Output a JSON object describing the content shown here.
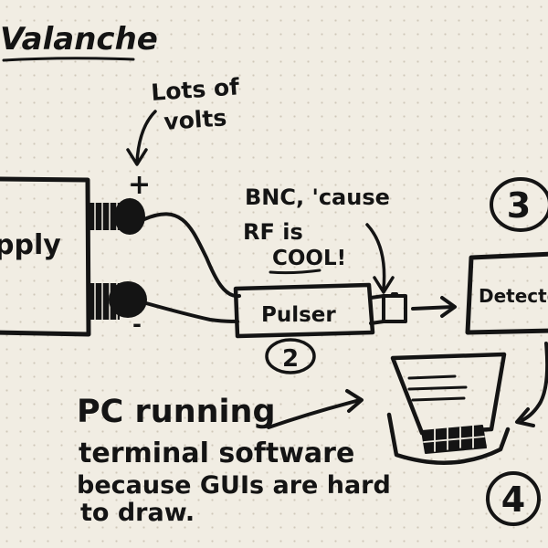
{
  "title": "Valanche",
  "labels": {
    "volts_line1": "Lots of",
    "volts_line2": "volts",
    "plus": "+",
    "minus": "-",
    "supply": "pply",
    "bnc_line1": "BNC, 'cause",
    "bnc_line2": "RF is",
    "bnc_line3": "COOL!",
    "pulser": "Pulser",
    "detector": "Detecto",
    "pc_line1": "PC running",
    "pc_line2": "terminal software",
    "pc_line3": "because GUIs are hard",
    "pc_line4": "to draw."
  },
  "markers": {
    "pulser_number": "2",
    "detector_number": "3",
    "pc_number": "4"
  },
  "colors": {
    "ink": "#141414",
    "paper": "#f1ede3",
    "dots": "#cfc8b8"
  }
}
